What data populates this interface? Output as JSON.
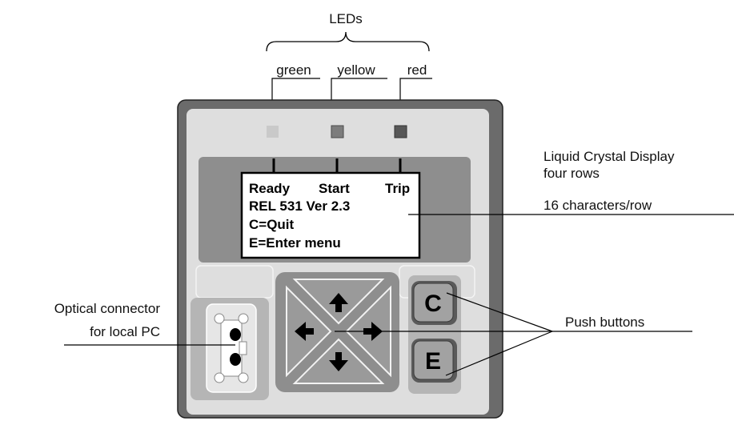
{
  "leds": {
    "title": "LEDs",
    "labels": [
      "green",
      "yellow",
      "red"
    ],
    "colors": [
      "#c9c9c9",
      "#7d7d7d",
      "#575757"
    ]
  },
  "lcd": {
    "status_row": [
      "Ready",
      "Start",
      "Trip"
    ],
    "lines": [
      "REL 531 Ver 2.3",
      "C=Quit",
      "E=Enter menu"
    ]
  },
  "annotations": {
    "lcd": [
      "Liquid Crystal Display",
      "four rows",
      "16 characters/row"
    ],
    "optical": [
      "Optical connector",
      "for local PC"
    ],
    "push_buttons": "Push buttons"
  },
  "buttons": {
    "c_label": "C",
    "e_label": "E"
  },
  "arrow_icons": [
    "arrow-up-icon",
    "arrow-left-icon",
    "arrow-right-icon",
    "arrow-down-icon"
  ]
}
